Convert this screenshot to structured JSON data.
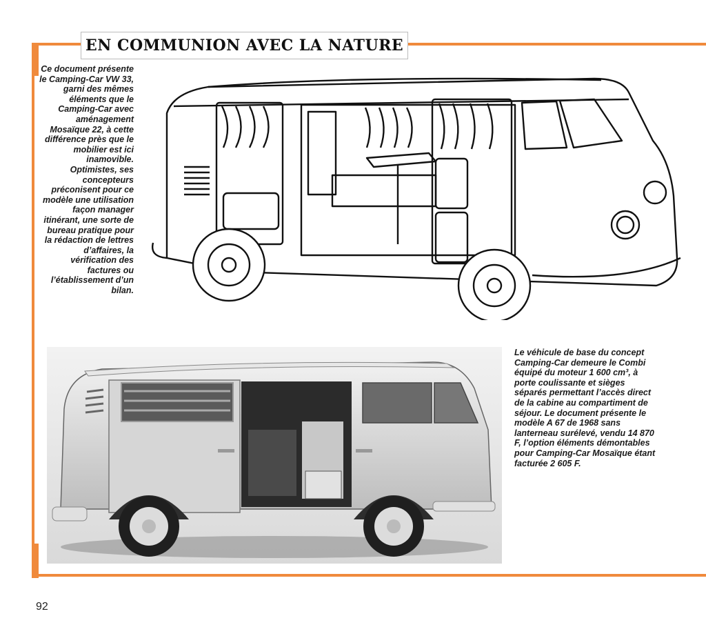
{
  "header": {
    "title": "EN COMMUNION AVEC LA NATURE"
  },
  "captions": {
    "left": "Ce document présente le Camping-Car VW 33, garni des mêmes éléments que le Camping-Car avec aménagement Mosaïque 22, à cette différence près que le mobilier est ici inamovible. Optimistes, ses concepteurs préconisent pour ce modèle une utilisation façon manager itinérant, une sorte de bureau pratique pour la rédaction de lettres d’affaires, la vérification des factures ou l’établissement d’un bilan.",
    "right": "Le véhicule de base du concept Camping-Car demeure le Combi équipé du moteur 1 600 cm³, à porte coulissante et sièges séparés permettant l’accès direct de la cabine au compartiment de séjour. Le document présente le modèle A 67 de 1968 sans lanterneau surélevé, vendu 14 870 F, l’option éléments démontables pour Camping-Car Mosaïque étant facturée 2 605 F."
  },
  "page": {
    "number": "92"
  },
  "colors": {
    "accent": "#f08a3c"
  }
}
